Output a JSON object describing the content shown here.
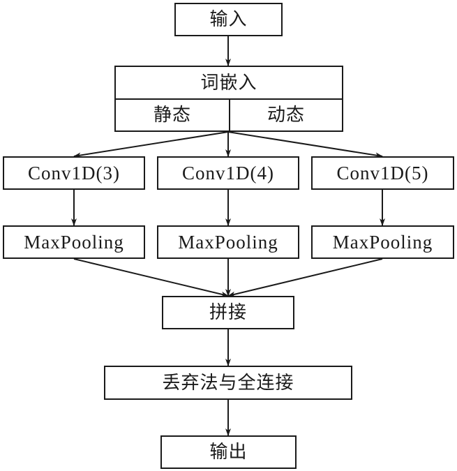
{
  "diagram": {
    "title": "",
    "nodes": {
      "input": {
        "label": "输入"
      },
      "embedding": {
        "label": "词嵌入",
        "static_label": "静态",
        "dynamic_label": "动态"
      },
      "conv3": {
        "label": "Conv1D(3)"
      },
      "conv4": {
        "label": "Conv1D(4)"
      },
      "conv5": {
        "label": "Conv1D(5)"
      },
      "pool3": {
        "label": "MaxPooling"
      },
      "pool4": {
        "label": "MaxPooling"
      },
      "pool5": {
        "label": "MaxPooling"
      },
      "concat": {
        "label": "拼接"
      },
      "dropout_fc": {
        "label": "丢弃法与全连接"
      },
      "output": {
        "label": "输出"
      }
    },
    "edges": [
      {
        "from": "input",
        "to": "embedding"
      },
      {
        "from": "embedding",
        "to": "conv3"
      },
      {
        "from": "embedding",
        "to": "conv4"
      },
      {
        "from": "embedding",
        "to": "conv5"
      },
      {
        "from": "conv3",
        "to": "pool3"
      },
      {
        "from": "conv4",
        "to": "pool4"
      },
      {
        "from": "conv5",
        "to": "pool5"
      },
      {
        "from": "pool3",
        "to": "concat"
      },
      {
        "from": "pool4",
        "to": "concat"
      },
      {
        "from": "pool5",
        "to": "concat"
      },
      {
        "from": "concat",
        "to": "dropout_fc"
      },
      {
        "from": "dropout_fc",
        "to": "output"
      }
    ],
    "colors": {
      "stroke": "#1a1a1a",
      "fill": "#ffffff"
    }
  }
}
